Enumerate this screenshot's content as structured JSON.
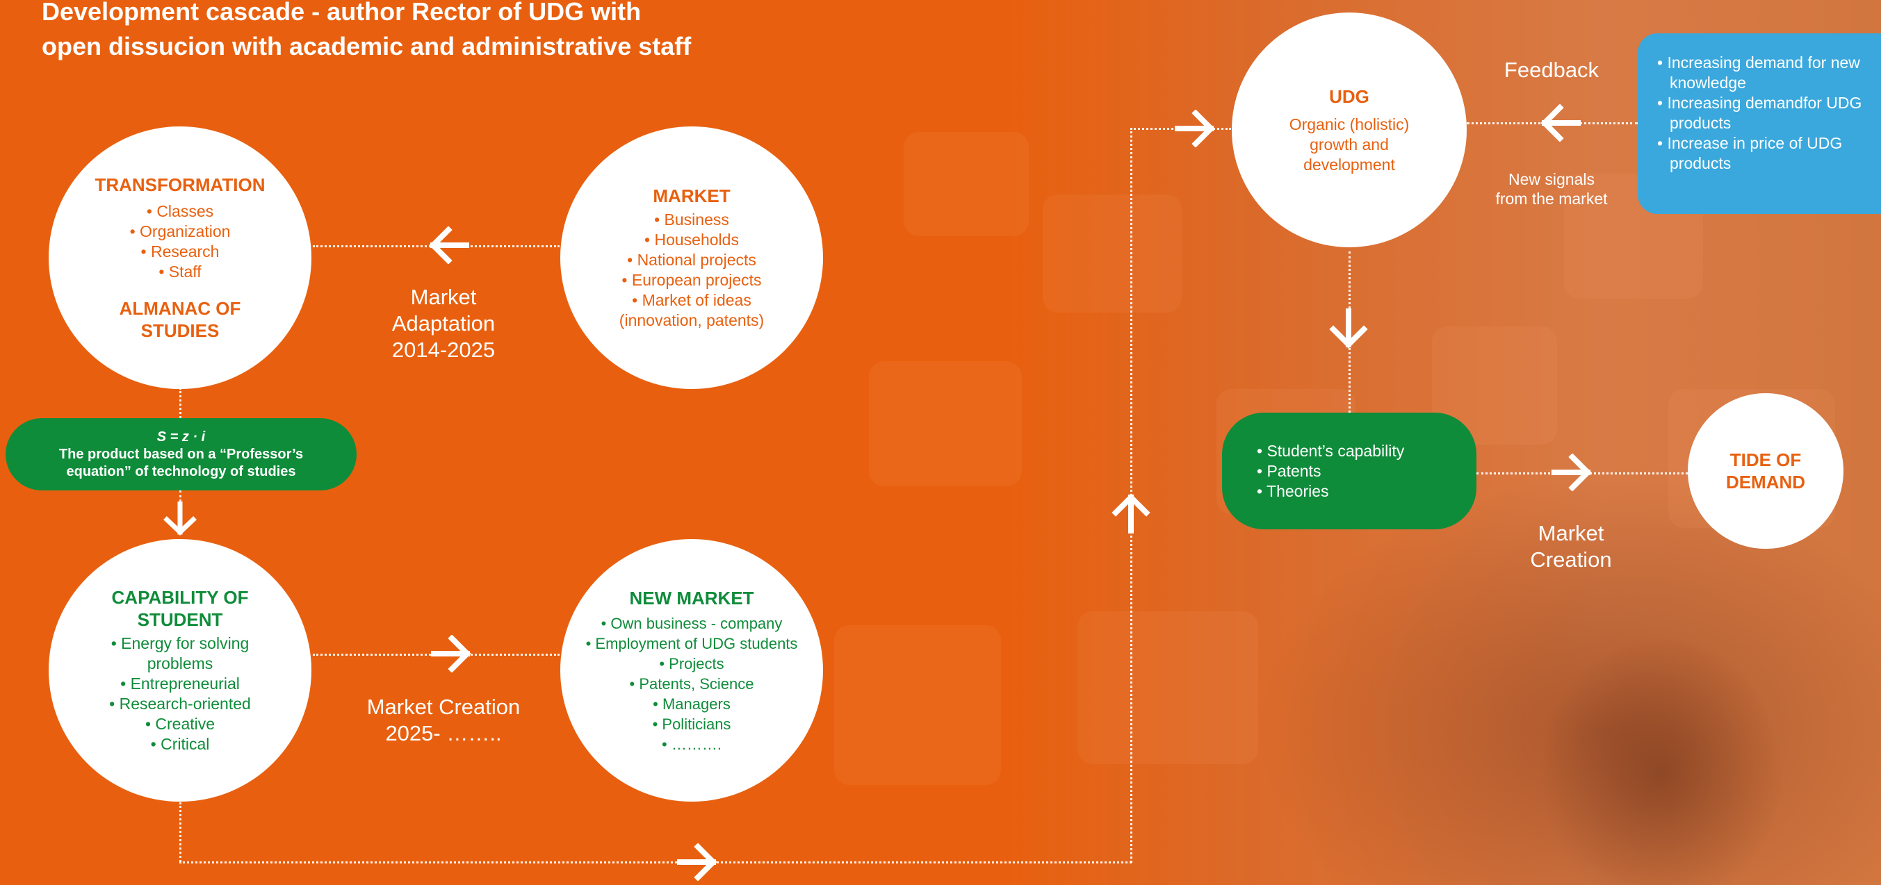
{
  "title": {
    "line1": "Development cascade - author Rector of UDG with",
    "line2": "open dissucion with academic and administrative staff"
  },
  "transformation": {
    "heading": "TRANSFORMATION",
    "items": [
      "Classes",
      "Organization",
      "Research",
      "Staff"
    ],
    "subheading": "ALMANAC OF STUDIES"
  },
  "market": {
    "heading": "MARKET",
    "items": [
      "Business",
      "Households",
      "National projects",
      "European projects",
      "Market of ideas"
    ],
    "note": "(innovation, patents)"
  },
  "market_adaptation": {
    "line1": "Market",
    "line2": "Adaptation",
    "line3": "2014-2025"
  },
  "equation_pill": {
    "formula": "S = z · i",
    "line1": "The product based on a “Professor’s",
    "line2": "equation” of technology of studies"
  },
  "capability": {
    "heading": "CAPABILITY OF STUDENT",
    "items": [
      "Energy for solving problems",
      "Entrepreneurial",
      "Research-oriented",
      "Creative",
      "Critical"
    ]
  },
  "new_market": {
    "heading": "NEW MARKET",
    "items": [
      "Own business - company",
      "Employment of UDG students",
      "Projects",
      "Patents, Science",
      "Managers",
      "Politicians",
      "………."
    ]
  },
  "market_creation_left": {
    "line1": "Market Creation",
    "line2": "2025- …….."
  },
  "udg": {
    "heading": "UDG",
    "line1": "Organic (holistic)",
    "line2": "growth and",
    "line3": "development"
  },
  "feedback": {
    "label": "Feedback"
  },
  "new_signals": {
    "line1": "New signals",
    "line2": "from the market"
  },
  "demand_box": {
    "items": [
      "Increasing demand for new knowledge",
      "Increasing demandfor UDG products",
      "Increase in price of UDG products"
    ]
  },
  "outcomes_pill": {
    "items": [
      "Student’s capability",
      "Patents",
      "Theories"
    ]
  },
  "tide_of_demand": {
    "line1": "TIDE OF",
    "line2": "DEMAND"
  },
  "market_creation_right": {
    "line1": "Market",
    "line2": "Creation"
  },
  "colors": {
    "background": "#e8600f",
    "accent_orange": "#e8600f",
    "accent_green": "#0f8c3a",
    "accent_blue": "#3aa8dc",
    "white": "#ffffff"
  },
  "icons": {
    "arrow": "arrow-icon"
  }
}
